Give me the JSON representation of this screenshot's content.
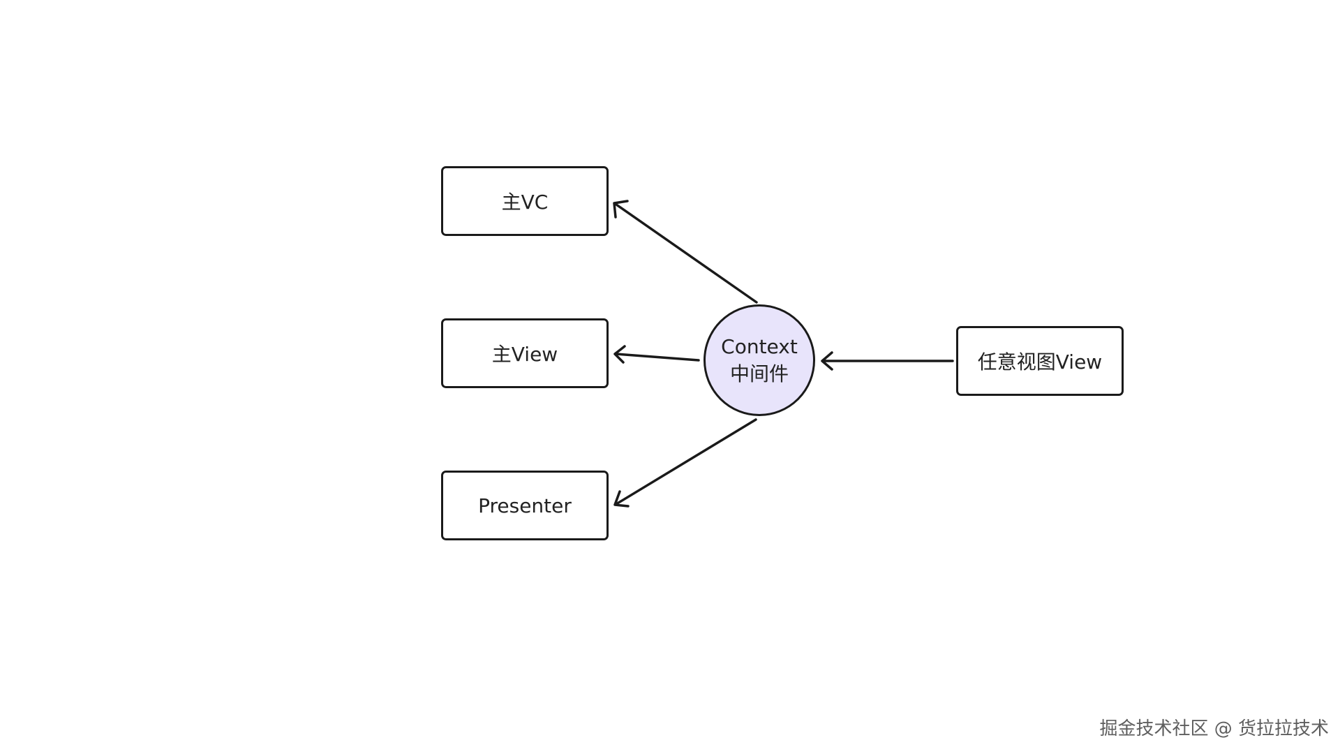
{
  "diagram": {
    "nodes": {
      "main_vc": {
        "label": "主VC"
      },
      "main_view": {
        "label": "主View"
      },
      "presenter": {
        "label": "Presenter"
      },
      "context": {
        "line1": "Context",
        "line2": "中间件",
        "fill": "#e8e4fb"
      },
      "any_view": {
        "label": "任意视图View"
      }
    },
    "edges": [
      {
        "from": "context",
        "to": "main_vc"
      },
      {
        "from": "context",
        "to": "main_view"
      },
      {
        "from": "context",
        "to": "presenter"
      },
      {
        "from": "any_view",
        "to": "context"
      }
    ],
    "stroke_color": "#1a1a1a"
  },
  "watermark": {
    "text": "掘金技术社区 @ 货拉拉技术"
  }
}
